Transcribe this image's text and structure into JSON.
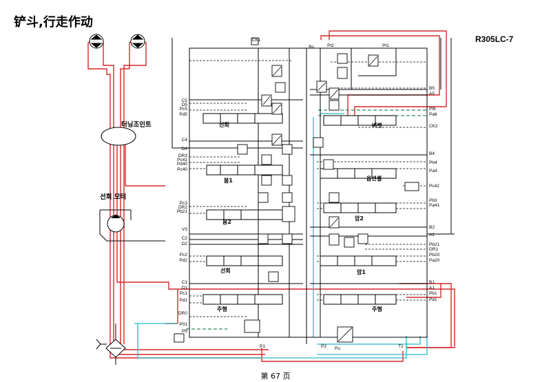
{
  "page_title": "铲斗,行走作动",
  "model": "R305LC-7",
  "page_number": "第 67 页",
  "colors": {
    "pressure_line": "#d62728",
    "return_line": "#2ab7c9",
    "pilot_line": "#2e8b57",
    "body": "#000000"
  },
  "component_labels": {
    "turning_joint": "터닝조인트",
    "swing_motor": "선회 모터",
    "swing_spool": "선회",
    "boom1_spool": "붐1",
    "boom2_spool": "붐2",
    "bucket_spool": "버켓",
    "option_spool": "옵션셀",
    "arm2_spool": "암2",
    "arm1_spool": "암1",
    "swing_lower": "선회",
    "travel_left": "주행",
    "travel_right": "주행"
  },
  "ports_left": [
    {
      "id": "c5",
      "text": "C5"
    },
    {
      "id": "d5",
      "text": "D5"
    },
    {
      "id": "pc5",
      "text": "Pc5"
    },
    {
      "id": "pd5",
      "text": "Pd5"
    },
    {
      "id": "c4",
      "text": "C4"
    },
    {
      "id": "d4",
      "text": "D4"
    },
    {
      "id": "dr3",
      "text": "DR3"
    },
    {
      "id": "pc41",
      "text": "Pc41"
    },
    {
      "id": "pd40",
      "text": "Pd40"
    },
    {
      "id": "pc40",
      "text": "Pc40"
    },
    {
      "id": "pc3",
      "text": "Pc3"
    },
    {
      "id": "dr2",
      "text": "DR2"
    },
    {
      "id": "pb21",
      "text": "Pb21"
    },
    {
      "id": "v3",
      "text": "V3"
    },
    {
      "id": "c2",
      "text": "C2"
    },
    {
      "id": "d2",
      "text": "D2"
    },
    {
      "id": "pc2",
      "text": "Pc2"
    },
    {
      "id": "pd2",
      "text": "Pd2"
    },
    {
      "id": "c1",
      "text": "C1"
    },
    {
      "id": "d1",
      "text": "D1"
    },
    {
      "id": "pc1",
      "text": "Pc1"
    },
    {
      "id": "pd1",
      "text": "Pd1"
    },
    {
      "id": "dr0",
      "text": "DR0"
    },
    {
      "id": "p01",
      "text": "P01"
    },
    {
      "id": "ptt",
      "text": "Ptt"
    }
  ],
  "ports_right": [
    {
      "id": "b5",
      "text": "B5"
    },
    {
      "id": "a5",
      "text": "A5"
    },
    {
      "id": "pt6",
      "text": "Pt6"
    },
    {
      "id": "pa6",
      "text": "Pa6"
    },
    {
      "id": "ck2",
      "text": "CK2"
    },
    {
      "id": "b4",
      "text": "B4"
    },
    {
      "id": "pb4",
      "text": "Pb4"
    },
    {
      "id": "pa4",
      "text": "Pa4"
    },
    {
      "id": "pc42",
      "text": "Pc42"
    },
    {
      "id": "pb3",
      "text": "Pb3"
    },
    {
      "id": "pa41",
      "text": "Pa41"
    },
    {
      "id": "b2",
      "text": "B2"
    },
    {
      "id": "a2",
      "text": "A2"
    },
    {
      "id": "pb21",
      "text": "Pb21"
    },
    {
      "id": "dr1",
      "text": "DR1"
    },
    {
      "id": "pb20",
      "text": "Pb20"
    },
    {
      "id": "pa20",
      "text": "Pa20"
    },
    {
      "id": "b1",
      "text": "B1"
    },
    {
      "id": "a1",
      "text": "A1"
    },
    {
      "id": "pb1",
      "text": "Pb1"
    },
    {
      "id": "pa1",
      "text": "Pa1"
    }
  ],
  "ports_top": [
    {
      "id": "ck1",
      "text": "CK1"
    },
    {
      "id": "bs",
      "text": "Bs"
    },
    {
      "id": "pt2",
      "text": "Pt2"
    },
    {
      "id": "pt1",
      "text": "Pt1"
    }
  ],
  "ports_bottom": [
    {
      "id": "p1",
      "text": "P1"
    },
    {
      "id": "p2",
      "text": "P2"
    },
    {
      "id": "pu",
      "text": "Pu"
    },
    {
      "id": "t1",
      "text": "T1"
    }
  ]
}
